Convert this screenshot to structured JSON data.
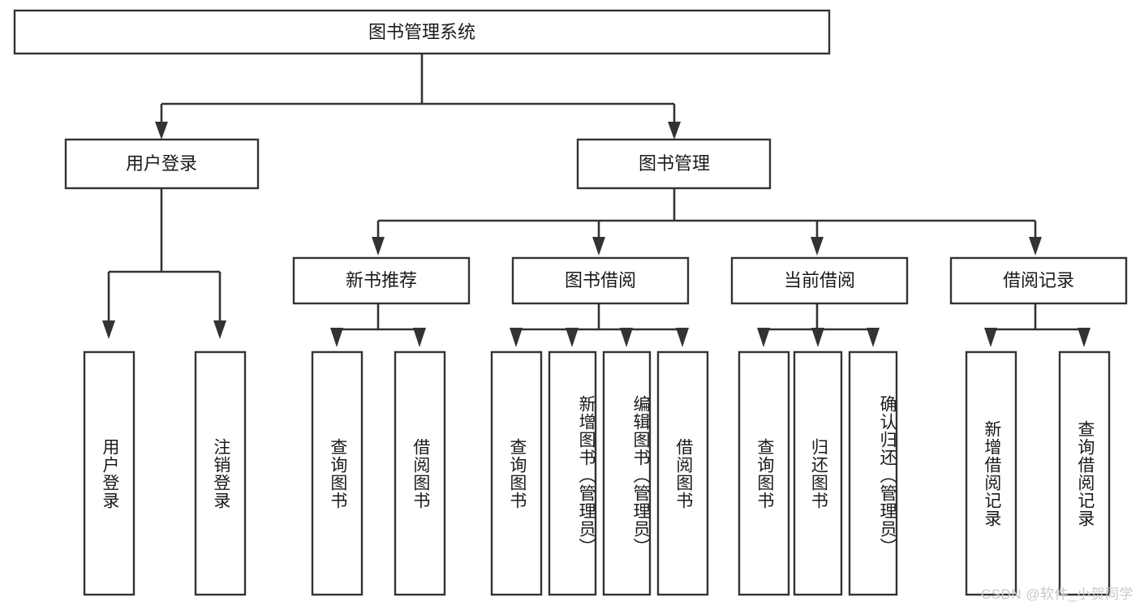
{
  "diagram": {
    "type": "tree",
    "title": "图书管理系统",
    "root": {
      "id": "root",
      "label": "图书管理系统",
      "orientation": "horizontal"
    },
    "level2": [
      {
        "id": "user-login",
        "label": "用户登录",
        "orientation": "horizontal"
      },
      {
        "id": "book-manage",
        "label": "图书管理",
        "orientation": "horizontal"
      }
    ],
    "level3": [
      {
        "id": "new-book-recommend",
        "label": "新书推荐",
        "orientation": "horizontal",
        "parent": "book-manage"
      },
      {
        "id": "book-borrow",
        "label": "图书借阅",
        "orientation": "horizontal",
        "parent": "book-manage"
      },
      {
        "id": "current-borrow",
        "label": "当前借阅",
        "orientation": "horizontal",
        "parent": "book-manage"
      },
      {
        "id": "borrow-record",
        "label": "借阅记录",
        "orientation": "horizontal",
        "parent": "book-manage"
      }
    ],
    "leaves": [
      {
        "id": "leaf-user-login",
        "label": "用户登录",
        "orientation": "vertical",
        "parent": "user-login"
      },
      {
        "id": "leaf-logout",
        "label": "注销登录",
        "orientation": "vertical",
        "parent": "user-login"
      },
      {
        "id": "leaf-query-book-1",
        "label": "查询图书",
        "orientation": "vertical",
        "parent": "new-book-recommend"
      },
      {
        "id": "leaf-borrow-book-1",
        "label": "借阅图书",
        "orientation": "vertical",
        "parent": "new-book-recommend"
      },
      {
        "id": "leaf-query-book-2",
        "label": "查询图书",
        "orientation": "vertical",
        "parent": "book-borrow"
      },
      {
        "id": "leaf-add-book",
        "label": "新增图书（管理员）",
        "orientation": "vertical",
        "parent": "book-borrow"
      },
      {
        "id": "leaf-edit-book",
        "label": "编辑图书（管理员）",
        "orientation": "vertical",
        "parent": "book-borrow"
      },
      {
        "id": "leaf-borrow-book-2",
        "label": "借阅图书",
        "orientation": "vertical",
        "parent": "book-borrow"
      },
      {
        "id": "leaf-query-book-3",
        "label": "查询图书",
        "orientation": "vertical",
        "parent": "current-borrow"
      },
      {
        "id": "leaf-return-book",
        "label": "归还图书",
        "orientation": "vertical",
        "parent": "current-borrow"
      },
      {
        "id": "leaf-confirm-return",
        "label": "确认归还（管理员）",
        "orientation": "vertical",
        "parent": "current-borrow"
      },
      {
        "id": "leaf-add-record",
        "label": "新增借阅记录",
        "orientation": "vertical",
        "parent": "borrow-record"
      },
      {
        "id": "leaf-query-record",
        "label": "查询借阅记录",
        "orientation": "vertical",
        "parent": "borrow-record"
      }
    ]
  },
  "watermark": {
    "text": "CSDN @软件_小贺同学"
  },
  "colors": {
    "stroke": "#333333",
    "fill": "#ffffff",
    "text": "#1a1a1a",
    "watermark": "#c9c9c9",
    "background": "#ffffff"
  }
}
